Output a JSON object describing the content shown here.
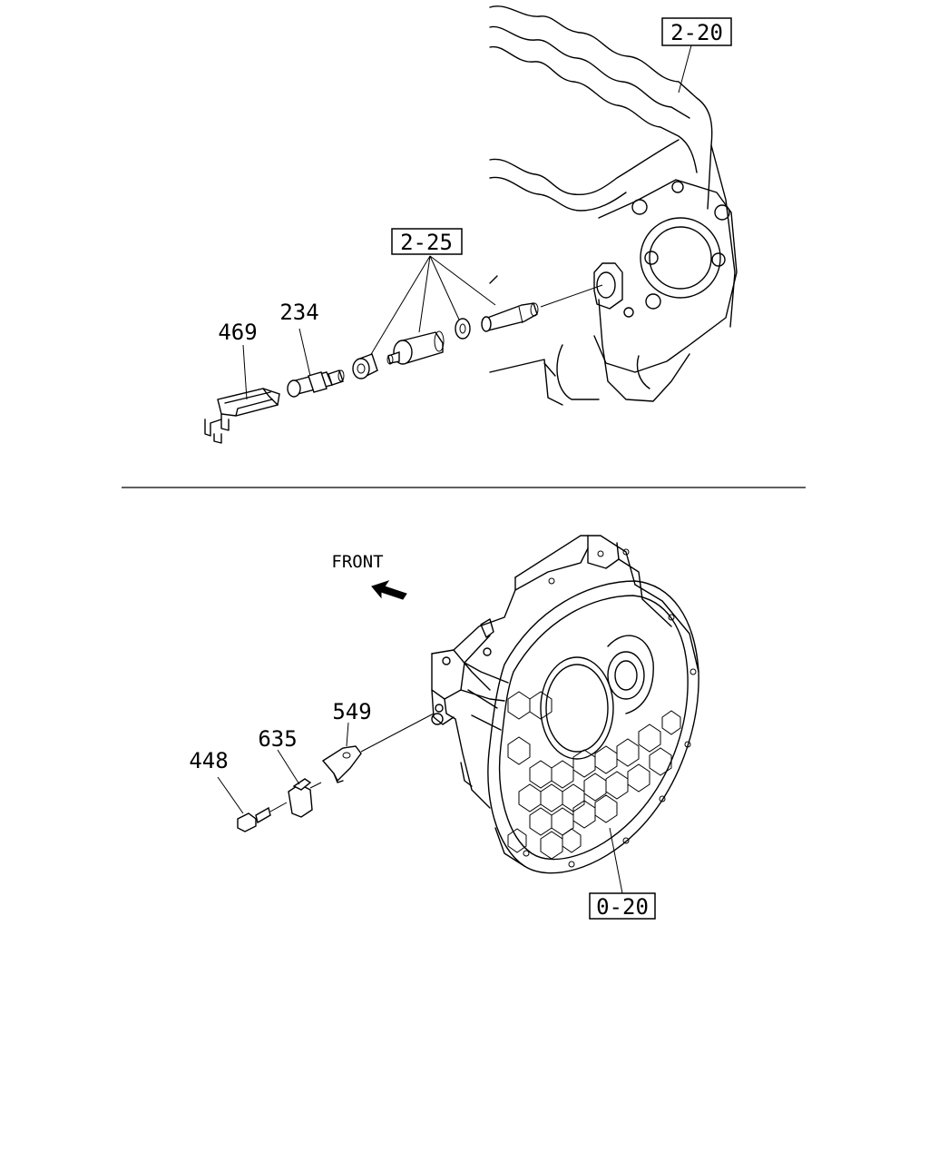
{
  "top_section": {
    "ref_housing": "2-20",
    "ref_group": "2-25",
    "part_bracket": "469",
    "part_sensor": "234"
  },
  "bottom_section": {
    "direction_label": "FRONT",
    "part_bolt": "448",
    "part_sensor": "635",
    "part_bracket": "549",
    "ref_housing": "0-20"
  }
}
